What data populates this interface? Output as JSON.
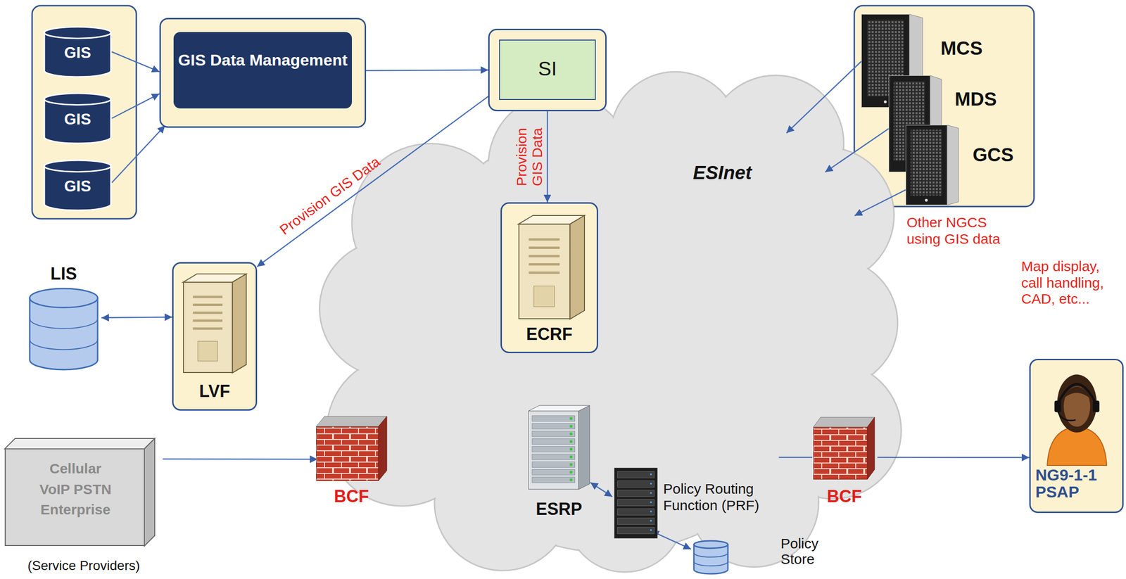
{
  "diagram": {
    "nodes": [
      {
        "text": [
          "GIS"
        ]
      },
      {
        "text": [
          "GIS"
        ]
      },
      {
        "text": [
          "GIS"
        ]
      },
      {
        "text": [
          "GIS Data Management"
        ]
      },
      {
        "text": [
          "SI"
        ]
      },
      {
        "text": [
          "MCS"
        ]
      },
      {
        "text": [
          "MDS"
        ]
      },
      {
        "text": [
          "GCS"
        ]
      },
      {
        "text": [
          "ESInet"
        ]
      },
      {
        "text": [
          "ECRF"
        ],
        "in": 8
      },
      {
        "text": [
          "LIS"
        ]
      },
      {
        "text": [
          "LVF"
        ]
      },
      {
        "text": [
          "Cellular VoIP PSTN Enterprise",
          "(Service Providers)"
        ]
      },
      {
        "text": [
          "BCF"
        ],
        "in": 8
      },
      {
        "text": [
          "ESRP"
        ],
        "in": 8
      },
      {
        "text": [
          "Policy Routing Function (PRF)"
        ],
        "in": 8
      },
      {
        "text": [
          "Policy Store"
        ],
        "in": 8
      },
      {
        "text": [
          "BCF"
        ],
        "in": 8
      },
      {
        "text": [
          "NG9-1-1 PSAP"
        ]
      }
    ],
    "edges": [
      {
        "from": 0,
        "to": 3,
        "arrow": "to"
      },
      {
        "from": 1,
        "to": 3,
        "arrow": "to"
      },
      {
        "from": 2,
        "to": 3,
        "arrow": "to"
      },
      {
        "from": 3,
        "to": 4,
        "arrow": "to"
      },
      {
        "from": 4,
        "to": 9,
        "arrow": "to",
        "label": "Provision GIS Data"
      },
      {
        "from": 4,
        "to": 11,
        "arrow": "to",
        "label": "Provision GIS Data"
      },
      {
        "from": 5,
        "to": 8,
        "arrow": "to"
      },
      {
        "from": 6,
        "to": 8,
        "arrow": "to"
      },
      {
        "from": 7,
        "to": 8,
        "arrow": "to"
      },
      {
        "from": 10,
        "to": 11,
        "arrow": "both"
      },
      {
        "from": 12,
        "to": 13,
        "arrow": "to"
      },
      {
        "from": 14,
        "to": 15,
        "arrow": "both"
      },
      {
        "from": 15,
        "to": 16,
        "arrow": "both"
      },
      {
        "from": 17,
        "to": 18,
        "arrow": "to"
      }
    ],
    "labels": [
      "Other NGCS using GIS data",
      "Map display, call handling, CAD, etc..."
    ]
  }
}
